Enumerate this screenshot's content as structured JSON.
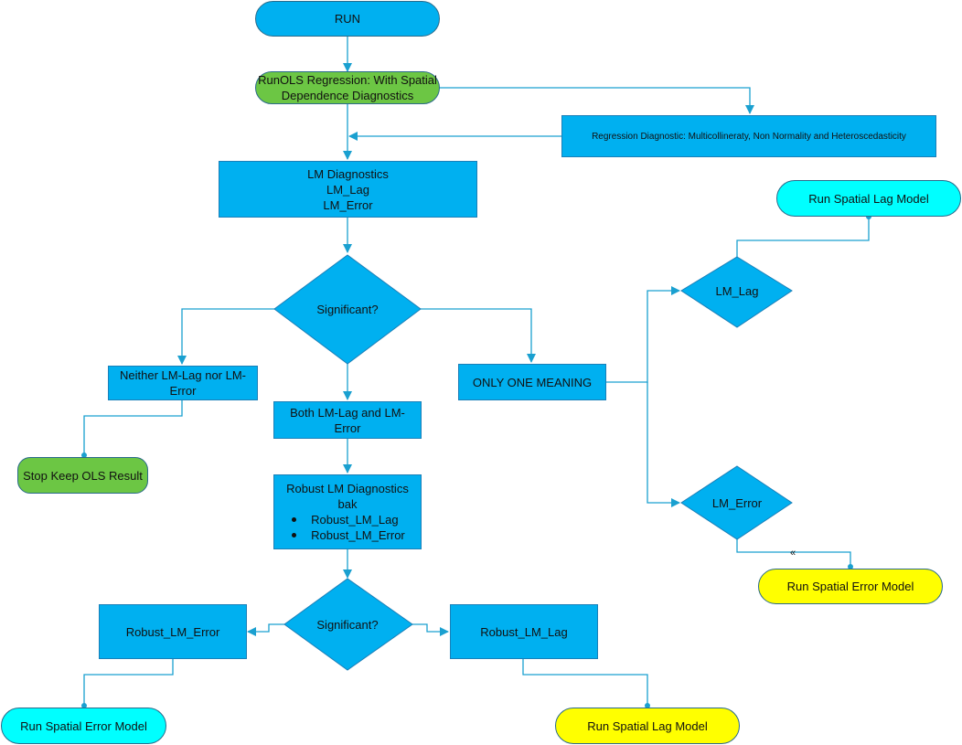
{
  "colors": {
    "blue": "#00b0f0",
    "green": "#6cc644",
    "cyan": "#00ffff",
    "yellow": "#ffff00",
    "connector": "#1aa0d0"
  },
  "nodes": {
    "run": "RUN",
    "ols_line1": "RunOLS Regression: With Spatial",
    "ols_line2": "Dependence Diagnostics",
    "regression_diag": "Regression Diagnostic: Multicollineraty, Non Normality and Heteroscedasticity",
    "lm_diag_line1": "LM Diagnostics",
    "lm_diag_line2": "LM_Lag",
    "lm_diag_line3": "LM_Error",
    "significant_1": "Significant?",
    "neither_line1": "Neither LM-Lag nor LM-",
    "neither_line2": "Error",
    "stop_ols": "Stop Keep OLS Result",
    "both_line1": "Both LM-Lag and LM-",
    "both_line2": "Error",
    "only_one": "ONLY ONE MEANING",
    "robust_title": "Robust LM Diagnostics",
    "robust_sub": "bak",
    "robust_item1": "Robust_LM_Lag",
    "robust_item2": "Robust_LM_Error",
    "significant_2": "Significant?",
    "robust_lm_error": "Robust_LM_Error",
    "robust_lm_lag": "Robust_LM_Lag",
    "run_sem_bottom": "Run Spatial Error Model",
    "run_slm_bottom": "Run Spatial Lag Model",
    "lm_lag": "LM_Lag",
    "lm_error": "LM_Error",
    "run_slm_right": "Run Spatial Lag Model",
    "run_sem_right": "Run Spatial Error Model",
    "stray_glyph": "«"
  }
}
